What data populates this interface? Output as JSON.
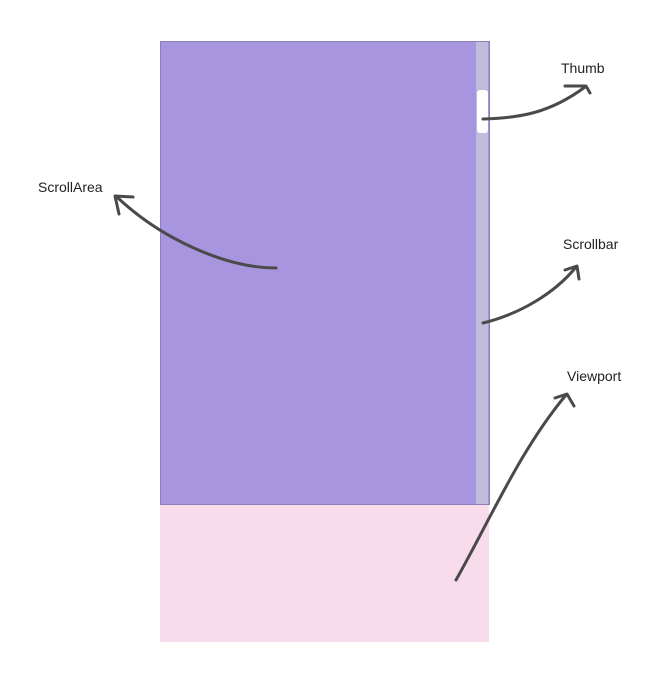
{
  "labels": {
    "thumb": "Thumb",
    "scroll_area": "ScrollArea",
    "scrollbar": "Scrollbar",
    "viewport": "Viewport"
  },
  "colors": {
    "scroll_area_fill": "#a795df",
    "scrollbar_track": "#c0bcdc",
    "thumb_fill": "#ffffff",
    "viewport_fill": "#f8dcec",
    "arrow_stroke": "#4a4a4a"
  }
}
